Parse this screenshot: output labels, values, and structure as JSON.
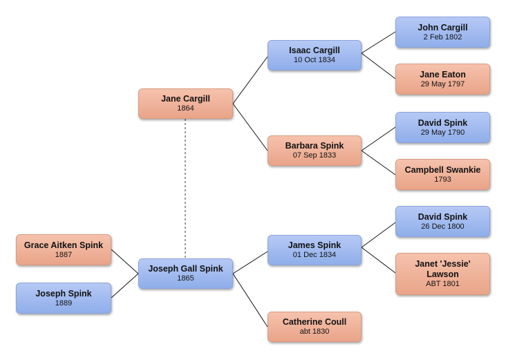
{
  "people": {
    "john_cargill": {
      "name": "John Cargill",
      "date": "2 Feb 1802",
      "sex": "male"
    },
    "jane_eaton": {
      "name": "Jane Eaton",
      "date": "29 May 1797",
      "sex": "female"
    },
    "david_spink_1790": {
      "name": "David Spink",
      "date": "29 May 1790",
      "sex": "male"
    },
    "campbell_swankie": {
      "name": "Campbell Swankie",
      "date": "1793",
      "sex": "female"
    },
    "david_spink_1800": {
      "name": "David Spink",
      "date": "26 Dec 1800",
      "sex": "male"
    },
    "janet_lawson": {
      "name": "Janet 'Jessie' Lawson",
      "date": "ABT 1801",
      "sex": "female"
    },
    "isaac_cargill": {
      "name": "Isaac Cargill",
      "date": "10 Oct 1834",
      "sex": "male"
    },
    "barbara_spink": {
      "name": "Barbara Spink",
      "date": "07 Sep 1833",
      "sex": "female"
    },
    "james_spink": {
      "name": "James Spink",
      "date": "01 Dec 1834",
      "sex": "male"
    },
    "catherine_coull": {
      "name": "Catherine Coull",
      "date": "abt 1830",
      "sex": "female"
    },
    "jane_cargill": {
      "name": "Jane Cargill",
      "date": "1864",
      "sex": "female"
    },
    "joseph_gall_spink": {
      "name": "Joseph Gall Spink",
      "date": "1865",
      "sex": "male"
    },
    "grace_aitken_spink": {
      "name": "Grace Aitken Spink",
      "date": "1887",
      "sex": "female"
    },
    "joseph_spink": {
      "name": "Joseph Spink",
      "date": "1889",
      "sex": "male"
    }
  },
  "colors": {
    "male": "#9bb5ee",
    "female": "#eeaf95",
    "line": "#111111",
    "spouse_line": "#555555"
  }
}
